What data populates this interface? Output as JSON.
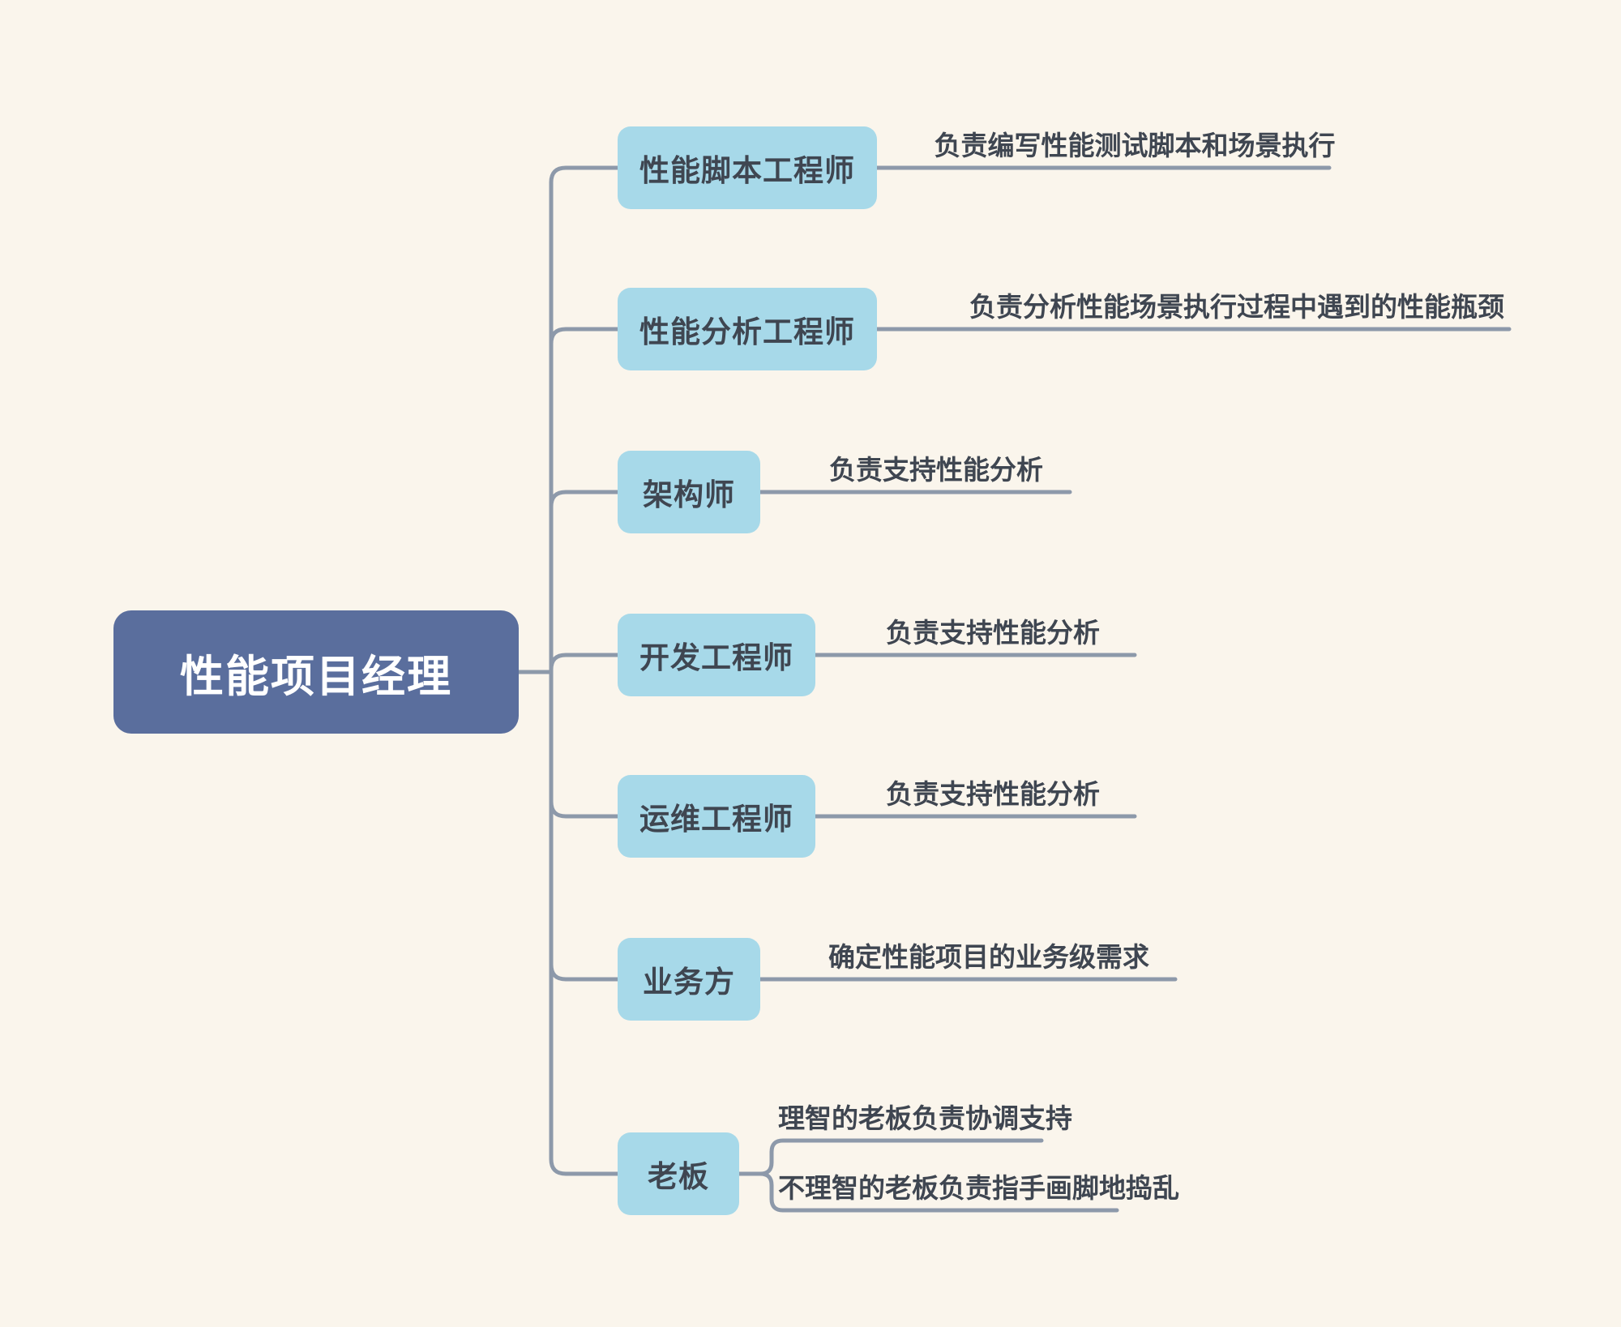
{
  "root": {
    "label": "性能项目经理"
  },
  "nodes": [
    {
      "label": "性能脚本工程师",
      "note": "负责编写性能测试脚本和场景执行"
    },
    {
      "label": "性能分析工程师",
      "note": "负责分析性能场景执行过程中遇到的性能瓶颈"
    },
    {
      "label": "架构师",
      "note": "负责支持性能分析"
    },
    {
      "label": "开发工程师",
      "note": "负责支持性能分析"
    },
    {
      "label": "运维工程师",
      "note": "负责支持性能分析"
    },
    {
      "label": "业务方",
      "note": "确定性能项目的业务级需求"
    },
    {
      "label": "老板",
      "notes": [
        "理智的老板负责协调支持",
        "不理智的老板负责指手画脚地捣乱"
      ]
    }
  ],
  "colors": {
    "background": "#faf5ec",
    "root_fill": "#5a6e9d",
    "root_text": "#ffffff",
    "child_fill": "#a7d9e9",
    "child_text": "#3f4651",
    "line": "#8d99aa",
    "note_text": "#3f4651"
  }
}
